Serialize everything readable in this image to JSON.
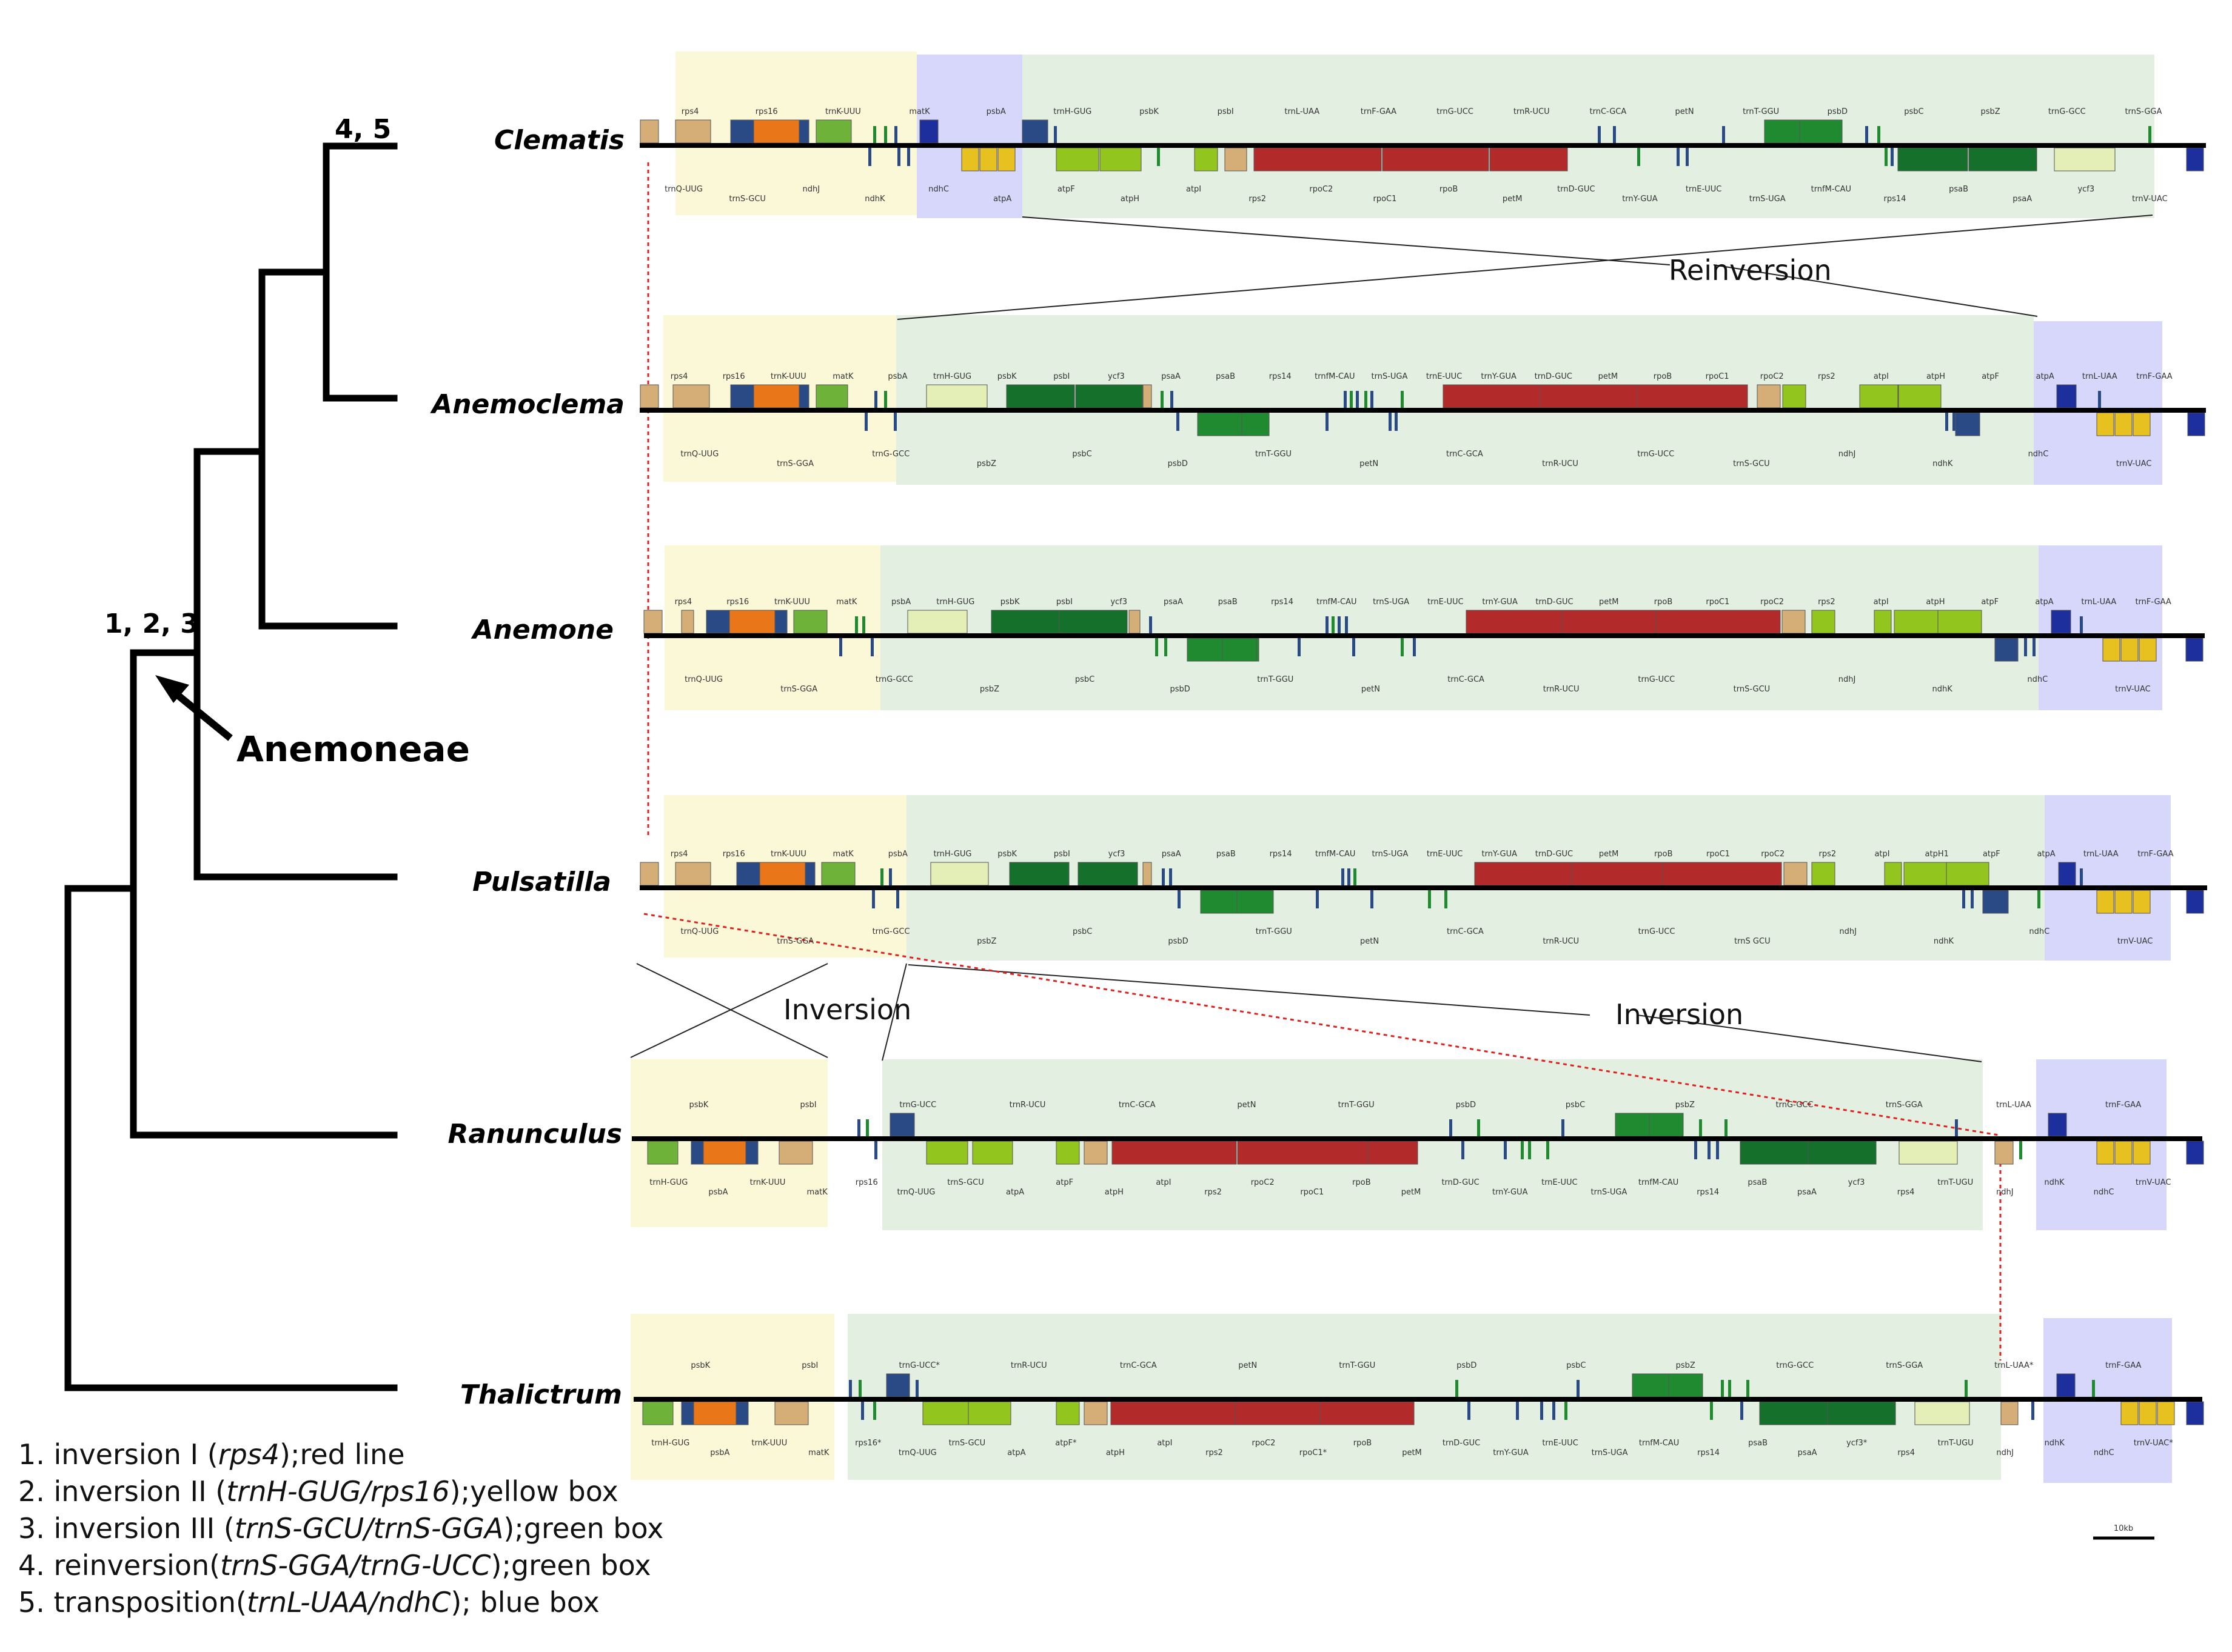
{
  "colors": {
    "ssc_box": "#fbf8d8",
    "lsc_box": "#e3efe1",
    "ir_box": "#d7d7fb",
    "backbone": "#000000",
    "red_line": "#e0201e",
    "orange": "#e97618",
    "navy": "#2a4a86",
    "tan": "#d4ad77",
    "ltgreen": "#6fb23a",
    "lime": "#93c51f",
    "dkgreen": "#1f8a2f",
    "forest": "#14702a",
    "pale": "#e4eeb7",
    "brick": "#b22b2a",
    "yellow": "#e6c11f",
    "blue": "#1c2f9c"
  },
  "taxa": [
    "Clematis",
    "Anemoclema",
    "Anemone",
    "Pulsatilla",
    "Ranunculus",
    "Thalictrum"
  ],
  "node_labels": {
    "upper": "4, 5",
    "lower": "1, 2, 3"
  },
  "clade_label": "Anemoneae",
  "events": {
    "reinversion": "Reinversion",
    "inversion_left": "Inversion",
    "inversion_right": "Inversion"
  },
  "scale_label": "10kb",
  "genes": {
    "Clematis": {
      "above": [
        "rps4",
        "rps16",
        "trnK-UUU",
        "matK",
        "psbA",
        "trnH-GUG",
        "psbK",
        "psbI",
        "trnL-UAA",
        "trnF-GAA",
        "trnG-UCC",
        "trnR-UCU",
        "trnC-GCA",
        "petN",
        "trnT-GGU",
        "psbD",
        "psbC",
        "psbZ",
        "trnG-GCC",
        "trnS-GGA"
      ],
      "below": [
        "trnQ-UUG",
        "trnS-GCU",
        "ndhJ",
        "ndhK",
        "ndhC",
        "atpA",
        "atpF",
        "atpH",
        "atpI",
        "rps2",
        "rpoC2",
        "rpoC1",
        "rpoB",
        "petM",
        "trnD-GUC",
        "trnY-GUA",
        "trnE-UUC",
        "trnS-UGA",
        "trnfM-CAU",
        "rps14",
        "psaB",
        "psaA",
        "ycf3",
        "trnV-UAC"
      ]
    },
    "Anemoclema": {
      "above": [
        "rps4",
        "rps16",
        "trnK-UUU",
        "matK",
        "psbA",
        "trnH-GUG",
        "psbK",
        "psbI",
        "ycf3",
        "psaA",
        "psaB",
        "rps14",
        "trnfM-CAU",
        "trnS-UGA",
        "trnE-UUC",
        "trnY-GUA",
        "trnD-GUC",
        "petM",
        "rpoB",
        "rpoC1",
        "rpoC2",
        "rps2",
        "atpI",
        "atpH",
        "atpF",
        "atpA",
        "trnL-UAA",
        "trnF-GAA"
      ],
      "below": [
        "trnQ-UUG",
        "trnS-GGA",
        "trnG-GCC",
        "psbZ",
        "psbC",
        "psbD",
        "trnT-GGU",
        "petN",
        "trnC-GCA",
        "trnR-UCU",
        "trnG-UCC",
        "trnS-GCU",
        "ndhJ",
        "ndhK",
        "ndhC",
        "trnV-UAC"
      ]
    },
    "Anemone": {
      "above": [
        "rps4",
        "rps16",
        "trnK-UUU",
        "matK",
        "psbA",
        "trnH-GUG",
        "psbK",
        "psbI",
        "ycf3",
        "psaA",
        "psaB",
        "rps14",
        "trnfM-CAU",
        "trnS-UGA",
        "trnE-UUC",
        "trnY-GUA",
        "trnD-GUC",
        "petM",
        "rpoB",
        "rpoC1",
        "rpoC2",
        "rps2",
        "atpI",
        "atpH",
        "atpF",
        "atpA",
        "trnL-UAA",
        "trnF-GAA"
      ],
      "below": [
        "trnQ-UUG",
        "trnS-GGA",
        "trnG-GCC",
        "psbZ",
        "psbC",
        "psbD",
        "trnT-GGU",
        "petN",
        "trnC-GCA",
        "trnR-UCU",
        "trnG-UCC",
        "trnS-GCU",
        "ndhJ",
        "ndhK",
        "ndhC",
        "trnV-UAC"
      ]
    },
    "Pulsatilla": {
      "above": [
        "rps4",
        "rps16",
        "trnK-UUU",
        "matK",
        "psbA",
        "trnH-GUG",
        "psbK",
        "psbI",
        "ycf3",
        "psaA",
        "psaB",
        "rps14",
        "trnfM-CAU",
        "trnS-UGA",
        "trnE-UUC",
        "trnY-GUA",
        "trnD-GUC",
        "petM",
        "rpoB",
        "rpoC1",
        "rpoC2",
        "rps2",
        "atpI",
        "atpH1",
        "atpF",
        "atpA",
        "trnL-UAA",
        "trnF-GAA"
      ],
      "below": [
        "trnQ-UUG",
        "trnS-GGA",
        "trnG-GCC",
        "psbZ",
        "psbC",
        "psbD",
        "trnT-GGU",
        "petN",
        "trnC-GCA",
        "trnR-UCU",
        "trnG-UCC",
        "trnS GCU",
        "ndhJ",
        "ndhK",
        "ndhC",
        "trnV-UAC"
      ]
    },
    "Ranunculus": {
      "above": [
        "psbK",
        "psbI",
        "trnG-UCC",
        "trnR-UCU",
        "trnC-GCA",
        "petN",
        "trnT-GGU",
        "psbD",
        "psbC",
        "psbZ",
        "trnG-GCC",
        "trnS-GGA",
        "trnL-UAA",
        "trnF-GAA"
      ],
      "below": [
        "trnH-GUG",
        "psbA",
        "trnK-UUU",
        "matK",
        "rps16",
        "trnQ-UUG",
        "trnS-GCU",
        "atpA",
        "atpF",
        "atpH",
        "atpI",
        "rps2",
        "rpoC2",
        "rpoC1",
        "rpoB",
        "petM",
        "trnD-GUC",
        "trnY-GUA",
        "trnE-UUC",
        "trnS-UGA",
        "trnfM-CAU",
        "rps14",
        "psaB",
        "psaA",
        "ycf3",
        "rps4",
        "trnT-UGU",
        "ndhJ",
        "ndhK",
        "ndhC",
        "trnV-UAC"
      ]
    },
    "Thalictrum": {
      "above": [
        "psbK",
        "psbI",
        "trnG-UCC*",
        "trnR-UCU",
        "trnC-GCA",
        "petN",
        "trnT-GGU",
        "psbD",
        "psbC",
        "psbZ",
        "trnG-GCC",
        "trnS-GGA",
        "trnL-UAA*",
        "trnF-GAA"
      ],
      "below": [
        "trnH-GUG",
        "psbA",
        "trnK-UUU",
        "matK",
        "rps16*",
        "trnQ-UUG",
        "trnS-GCU",
        "atpA",
        "atpF*",
        "atpH",
        "atpI",
        "rps2",
        "rpoC2",
        "rpoC1*",
        "rpoB",
        "petM",
        "trnD-GUC",
        "trnY-GUA",
        "trnE-UUC",
        "trnS-UGA",
        "trnfM-CAU",
        "rps14",
        "psaB",
        "psaA",
        "ycf3*",
        "rps4",
        "trnT-UGU",
        "ndhJ",
        "ndhK",
        "ndhC",
        "trnV-UAC*"
      ]
    }
  },
  "legend": [
    {
      "num": "1. ",
      "pre": "inversion I (",
      "it": "rps4",
      "post": ");red line"
    },
    {
      "num": "2. ",
      "pre": "inversion II (",
      "it": "trnH-GUG/rps16",
      "post": ");yellow box"
    },
    {
      "num": "3. ",
      "pre": "inversion III (",
      "it": "trnS-GCU/trnS-GGA",
      "post": ");green box"
    },
    {
      "num": "4. ",
      "pre": "reinversion(",
      "it": "trnS-GGA/trnG-UCC",
      "post": ");green box"
    },
    {
      "num": "5. ",
      "pre": "transposition(",
      "it": "trnL-UAA/ndhC",
      "post": "); blue box"
    }
  ]
}
